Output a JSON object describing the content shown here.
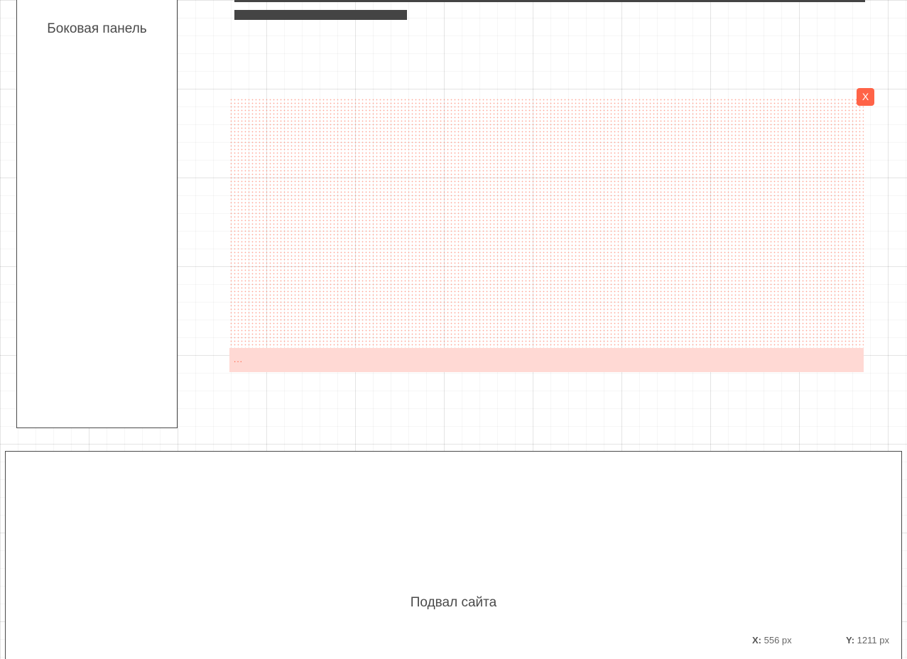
{
  "sidebar": {
    "title": "Боковая панель"
  },
  "selection": {
    "caption": "...",
    "close_label": "X",
    "accent_color": "#ff6347",
    "caption_bg": "#ffd9d4"
  },
  "footer": {
    "title": "Подвал сайта"
  },
  "cursor": {
    "x_label": "X:",
    "x_value": "556 px",
    "y_label": "Y:",
    "y_value": "1211 px"
  }
}
